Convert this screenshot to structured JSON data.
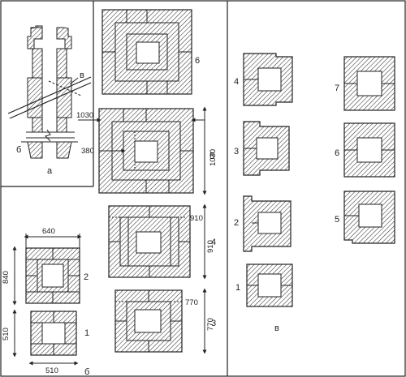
{
  "panel_labels": {
    "a": "а",
    "b": "б",
    "v": "в"
  },
  "chimney_view": {
    "label_b": "б",
    "label_v": "в",
    "label_a": "а"
  },
  "section_b": {
    "dims": {
      "d640": "640",
      "d840": "840",
      "d510_top": "510",
      "d510_bottom": "510"
    },
    "item_numbers": {
      "n1": "1",
      "n2": "2"
    }
  },
  "section_center": {
    "dims": {
      "d1030_top": "1030",
      "d1030_right": "1030",
      "d380": "380",
      "d910_top": "910",
      "d910_right": "910",
      "d770_top": "770",
      "d770_right": "770"
    },
    "item_numbers": {
      "n6": "6",
      "n5": "5",
      "n4": "4",
      "n3": "3"
    }
  },
  "section_v": {
    "item_numbers": {
      "n1": "1",
      "n2": "2",
      "n3": "3",
      "n4": "4",
      "n5": "5",
      "n6": "6",
      "n7": "7"
    }
  }
}
